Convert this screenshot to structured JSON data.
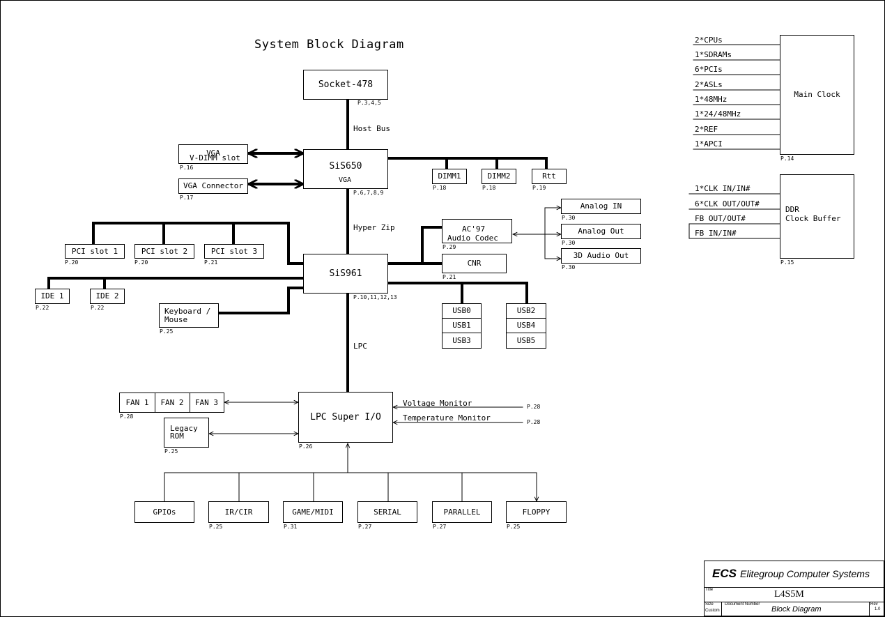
{
  "title": "System Block Diagram",
  "cpu": {
    "label": "Socket-478",
    "page": "P.3,4,5"
  },
  "host_bus": "Host Bus",
  "northbridge": {
    "label": "SiS650",
    "sub": "VGA",
    "page": "P.6,7,8,9"
  },
  "vdimm": {
    "line1": "VGA",
    "line2": "V-DIMM slot",
    "page": "P.16"
  },
  "vga_connector": {
    "label": "VGA Connector",
    "page": "P.17"
  },
  "dimms": [
    {
      "label": "DIMM1",
      "page": "P.18"
    },
    {
      "label": "DIMM2",
      "page": "P.18"
    },
    {
      "label": "Rtt",
      "page": "P.19"
    }
  ],
  "hyper_zip": "Hyper Zip",
  "southbridge": {
    "label": "SiS961",
    "page": "P.10,11,12,13"
  },
  "pci_slots": [
    {
      "label": "PCI slot 1",
      "page": "P.20"
    },
    {
      "label": "PCI slot 2",
      "page": "P.20"
    },
    {
      "label": "PCI slot 3",
      "page": "P.21"
    }
  ],
  "ide": [
    {
      "label": "IDE 1",
      "page": "P.22"
    },
    {
      "label": "IDE 2",
      "page": "P.22"
    }
  ],
  "keyboard": {
    "line1": "Keyboard /",
    "line2": "Mouse",
    "page": "P.25"
  },
  "ac97": {
    "line1": "AC'97",
    "line2": "Audio Codec",
    "page": "P.29"
  },
  "cnr": {
    "label": "CNR",
    "page": "P.21"
  },
  "audio_outputs": [
    {
      "label": "Analog IN",
      "page": "P.30"
    },
    {
      "label": "Analog Out",
      "page": "P.30"
    },
    {
      "label": "3D Audio Out",
      "page": "P.30"
    }
  ],
  "usb_group_a": [
    "USB0",
    "USB1",
    "USB3"
  ],
  "usb_group_b": [
    "USB2",
    "USB4",
    "USB5"
  ],
  "lpc": "LPC",
  "superio": {
    "label": "LPC Super I/O",
    "page": "P.26"
  },
  "fans": {
    "items": [
      "FAN 1",
      "FAN 2",
      "FAN 3"
    ],
    "page": "P.28"
  },
  "legacy_rom": {
    "line1": "Legacy",
    "line2": "ROM",
    "page": "P.25"
  },
  "monitors": [
    {
      "label": "Voltage Monitor",
      "page": "P.28"
    },
    {
      "label": "Temperature Monitor",
      "page": "P.28"
    }
  ],
  "io_devices": [
    {
      "label": "GPIOs",
      "page": ""
    },
    {
      "label": "IR/CIR",
      "page": "P.25"
    },
    {
      "label": "GAME/MIDI",
      "page": "P.31"
    },
    {
      "label": "SERIAL",
      "page": "P.27"
    },
    {
      "label": "PARALLEL",
      "page": "P.27"
    },
    {
      "label": "FLOPPY",
      "page": "P.25"
    }
  ],
  "main_clock": {
    "label": "Main Clock",
    "page": "P.14",
    "signals": [
      "2*CPUs",
      "1*SDRAMs",
      "6*PCIs",
      "2*ASLs",
      "1*48MHz",
      "1*24/48MHz",
      "2*REF",
      "1*APCI"
    ]
  },
  "clock_buffer": {
    "line1": "DDR",
    "line2": "Clock Buffer",
    "page": "P.15",
    "signals": [
      "1*CLK IN/IN#",
      "6*CLK OUT/OUT#",
      "FB OUT/OUT#",
      "FB IN/IN#"
    ]
  },
  "title_block": {
    "logo": "ECS",
    "company": "Elitegroup Computer Systems",
    "title_label": "Title",
    "title": "L4S5M",
    "size_label": "Size",
    "size_value": "Custom",
    "docnum_label": "Document Number",
    "doc_title": "Block Diagram",
    "rev_label": "Rev",
    "rev_value": "1.0"
  }
}
